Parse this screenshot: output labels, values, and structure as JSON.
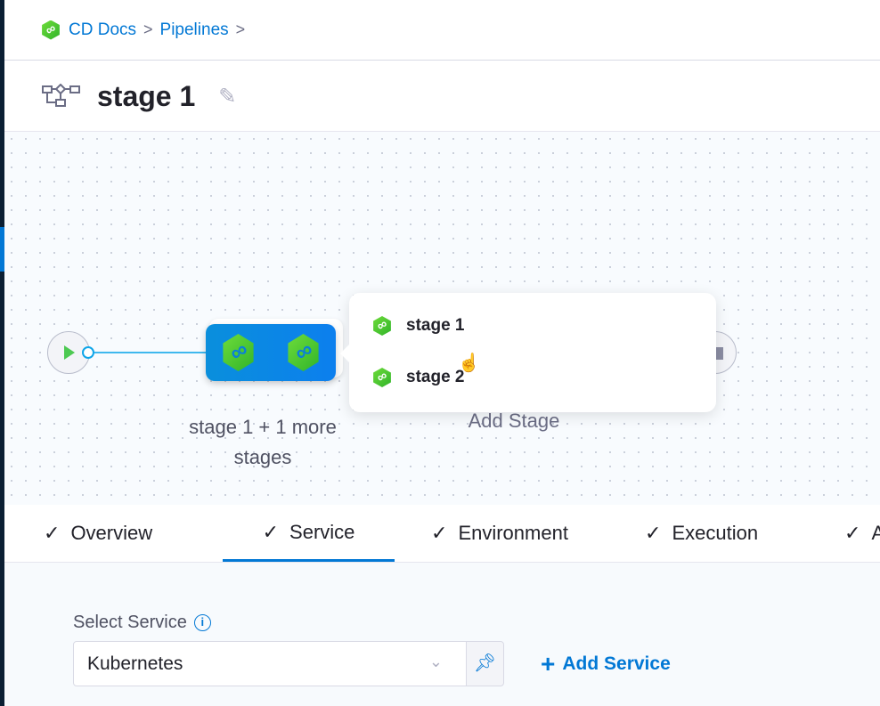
{
  "breadcrumb": {
    "items": [
      "CD Docs",
      "Pipelines"
    ],
    "separator": ">"
  },
  "header": {
    "title": "stage 1"
  },
  "pipeline": {
    "group_label": "stage 1 + 1 more stages",
    "add_stage": "Add Stage",
    "popover": {
      "items": [
        "stage 1",
        "stage 2"
      ]
    }
  },
  "tabs": {
    "items": [
      {
        "label": "Overview"
      },
      {
        "label": "Service",
        "active": true
      },
      {
        "label": "Environment"
      },
      {
        "label": "Execution"
      },
      {
        "label": "A"
      }
    ],
    "check": "✓"
  },
  "form": {
    "label": "Select Service",
    "info": "i",
    "value": "Kubernetes",
    "add_service": "Add Service"
  },
  "colors": {
    "accent": "#0278d5",
    "stage_green": "#4dc952",
    "group_blue": "#0a8fdc"
  }
}
